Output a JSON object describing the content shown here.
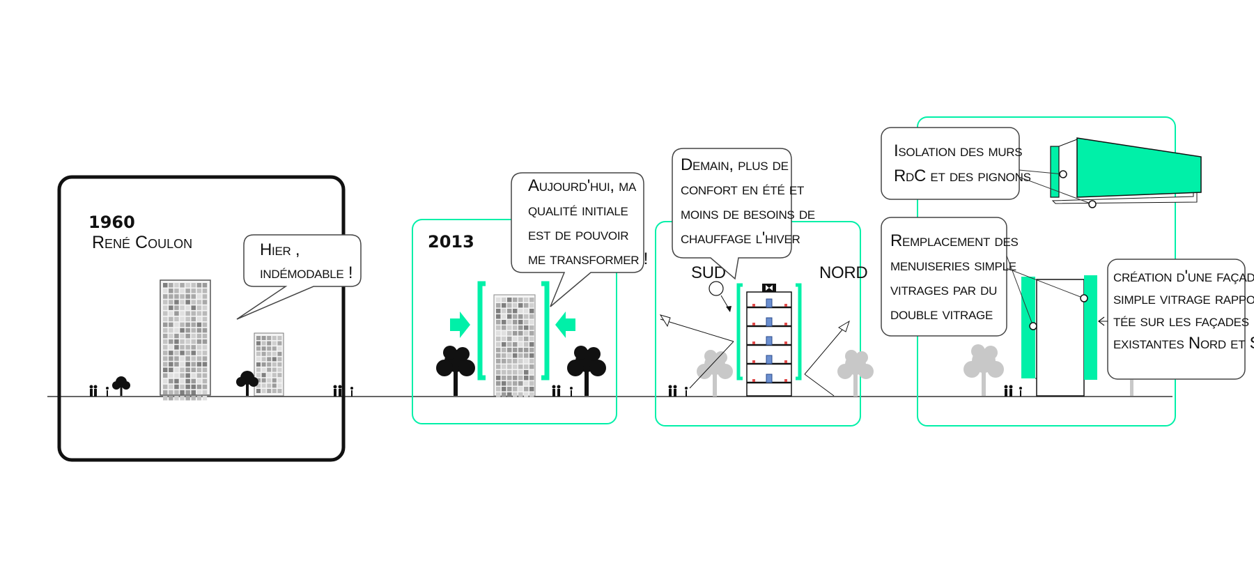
{
  "panels": {
    "p1960": {
      "year": "1960",
      "author": "René Coulon",
      "bubble": [
        "Hier ,",
        "indémodable !"
      ]
    },
    "p2013": {
      "year": "2013",
      "bubble": [
        "Aujourd'hui, ma",
        "qualité initiale",
        "est de pouvoir",
        "me transformer !"
      ]
    },
    "tomorrow": {
      "bubble": [
        "Demain, plus de",
        "confort en été et",
        "moins de besoins de",
        "chauffage l'hiver"
      ],
      "left_label": "SUD",
      "right_label": "NORD"
    },
    "details": {
      "callout1": [
        "Isolation des murs",
        "RdC et des pignons"
      ],
      "callout2": [
        "Remplacement des",
        "menuiseries simple",
        "vitrages par du",
        "double vitrage"
      ],
      "callout3": [
        "création d'une façade",
        "simple vitrage rappor-",
        "tée sur les façades",
        "existantes Nord et Sud"
      ]
    }
  },
  "colors": {
    "accent": "#00f0a8",
    "frame": "#111111",
    "ground": "#333333",
    "tree_grey": "#c8c8c8"
  }
}
